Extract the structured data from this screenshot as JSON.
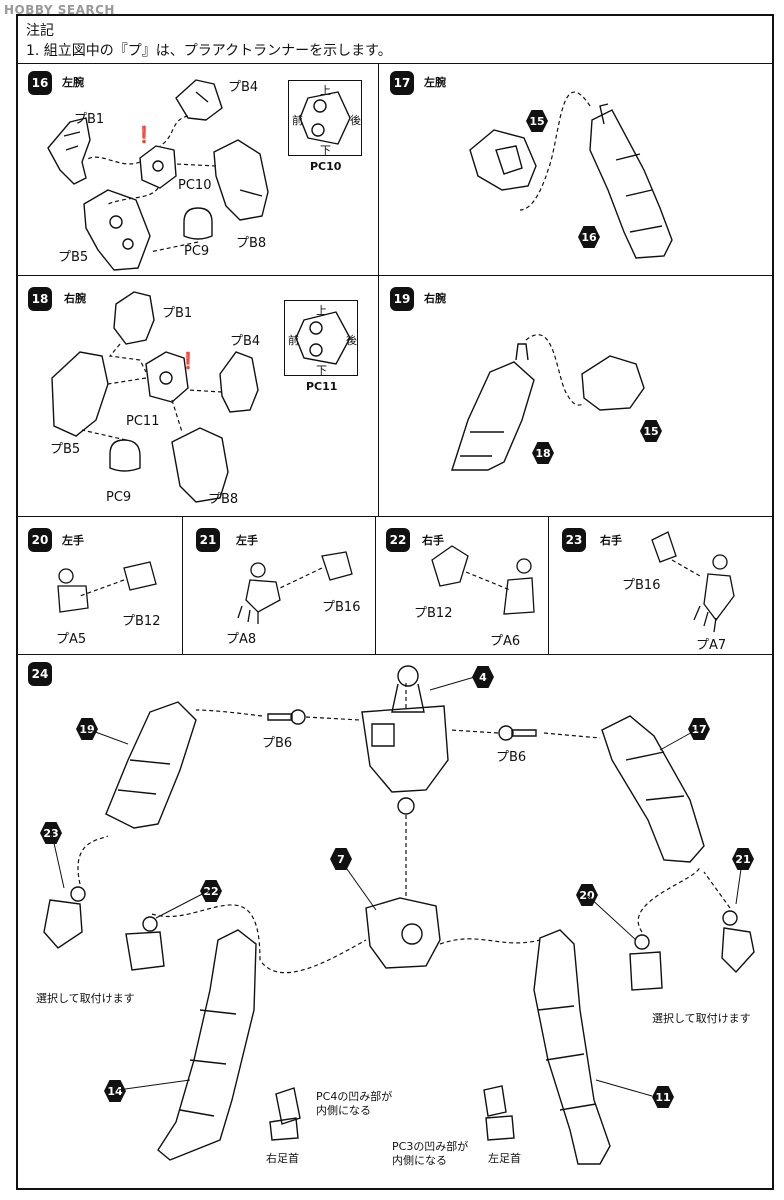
{
  "watermark": "HOBBY SEARCH",
  "header": {
    "title": "注記",
    "line1": "1. 組立図中の『プ』は、プラアクトランナーを示します。"
  },
  "steps": {
    "s16": {
      "num": "16",
      "title": "左腕",
      "labels": [
        "プB1",
        "プB4",
        "PC10",
        "プB5",
        "PC9",
        "プB8"
      ],
      "pc": {
        "name": "PC10",
        "top": "上",
        "bottom": "下",
        "left": "前",
        "right": "後"
      }
    },
    "s17": {
      "num": "17",
      "title": "左腕",
      "refs": [
        "15",
        "16"
      ]
    },
    "s18": {
      "num": "18",
      "title": "右腕",
      "labels": [
        "プB1",
        "プB4",
        "PC11",
        "プB5",
        "PC9",
        "プB8"
      ],
      "pc": {
        "name": "PC11",
        "top": "上",
        "bottom": "下",
        "left": "前",
        "right": "後"
      }
    },
    "s19": {
      "num": "19",
      "title": "右腕",
      "refs": [
        "18",
        "15"
      ]
    },
    "s20": {
      "num": "20",
      "title": "左手",
      "labels": [
        "プB12",
        "プA5"
      ]
    },
    "s21": {
      "num": "21",
      "title": "左手",
      "labels": [
        "プB16",
        "プA8"
      ]
    },
    "s22": {
      "num": "22",
      "title": "右手",
      "labels": [
        "プB12",
        "プA6"
      ]
    },
    "s23": {
      "num": "23",
      "title": "右手",
      "labels": [
        "プB16",
        "プA7"
      ]
    },
    "s24": {
      "num": "24",
      "labels": {
        "b6_left": "プB6",
        "b6_right": "プB6",
        "select_left": "選択して取付けます",
        "select_right": "選択して取付けます",
        "pc4_note": "PC4の凹み部が内側になる",
        "pc3_note": "PC3の凹み部が内側になる",
        "right_ankle": "右足首",
        "left_ankle": "左足首"
      },
      "refs": [
        "4",
        "19",
        "17",
        "23",
        "22",
        "7",
        "20",
        "21",
        "14",
        "11"
      ]
    }
  }
}
